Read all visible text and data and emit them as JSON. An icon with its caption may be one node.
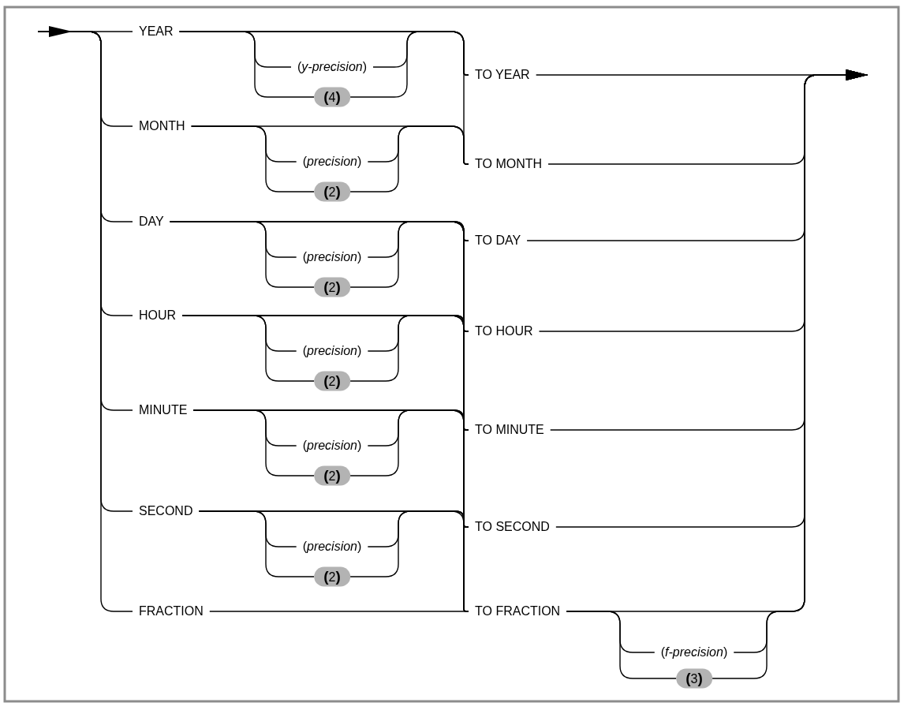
{
  "diagram": {
    "nodes": [
      {
        "text": [
          "YEAR"
        ]
      },
      {
        "text": [
          "(*y-precision*)"
        ]
      },
      {
        "text": [
          "**(**4**)**"
        ]
      },
      {
        "text": [
          "MONTH"
        ]
      },
      {
        "text": [
          "(*precision*)"
        ]
      },
      {
        "text": [
          "**(**2**)**"
        ]
      },
      {
        "text": [
          "DAY"
        ]
      },
      {
        "text": [
          "(*precision*)"
        ]
      },
      {
        "text": [
          "**(**2**)**"
        ]
      },
      {
        "text": [
          "HOUR"
        ]
      },
      {
        "text": [
          "(*precision*)"
        ]
      },
      {
        "text": [
          "**(**2**)**"
        ]
      },
      {
        "text": [
          "MINUTE"
        ]
      },
      {
        "text": [
          "(*precision*)"
        ]
      },
      {
        "text": [
          "**(**2**)**"
        ]
      },
      {
        "text": [
          "SECOND"
        ]
      },
      {
        "text": [
          "(*precision*)"
        ]
      },
      {
        "text": [
          "**(**2**)**"
        ]
      },
      {
        "text": [
          "FRACTION"
        ]
      },
      {
        "text": [
          "TO YEAR"
        ]
      },
      {
        "text": [
          "TO MONTH"
        ]
      },
      {
        "text": [
          "TO DAY"
        ]
      },
      {
        "text": [
          "TO HOUR"
        ]
      },
      {
        "text": [
          "TO MINUTE"
        ]
      },
      {
        "text": [
          "TO SECOND"
        ]
      },
      {
        "text": [
          "TO FRACTION"
        ]
      },
      {
        "text": [
          "(*f-precision*)"
        ]
      },
      {
        "text": [
          "**(**3**)**"
        ]
      }
    ],
    "edges": [
      {
        "from": null,
        "to": 0,
        "arrow": "none"
      },
      {
        "from": null,
        "to": 3,
        "arrow": "none"
      },
      {
        "from": null,
        "to": 6,
        "arrow": "none"
      },
      {
        "from": null,
        "to": 9,
        "arrow": "none"
      },
      {
        "from": null,
        "to": 12,
        "arrow": "none"
      },
      {
        "from": null,
        "to": 15,
        "arrow": "none"
      },
      {
        "from": null,
        "to": 18,
        "arrow": "none"
      },
      {
        "from": 0,
        "to": 1,
        "arrow": "none"
      },
      {
        "from": 0,
        "to": 2,
        "arrow": "none"
      },
      {
        "from": 3,
        "to": 4,
        "arrow": "none"
      },
      {
        "from": 3,
        "to": 5,
        "arrow": "none"
      },
      {
        "from": 6,
        "to": 7,
        "arrow": "none"
      },
      {
        "from": 6,
        "to": 8,
        "arrow": "none"
      },
      {
        "from": 9,
        "to": 10,
        "arrow": "none"
      },
      {
        "from": 9,
        "to": 11,
        "arrow": "none"
      },
      {
        "from": 12,
        "to": 13,
        "arrow": "none"
      },
      {
        "from": 12,
        "to": 14,
        "arrow": "none"
      },
      {
        "from": 15,
        "to": 16,
        "arrow": "none"
      },
      {
        "from": 15,
        "to": 17,
        "arrow": "none"
      },
      {
        "from": 1,
        "to": 19,
        "arrow": "none"
      },
      {
        "from": 2,
        "to": 19,
        "arrow": "none"
      },
      {
        "from": 4,
        "to": 20,
        "arrow": "none"
      },
      {
        "from": 5,
        "to": 20,
        "arrow": "none"
      },
      {
        "from": 7,
        "to": 21,
        "arrow": "none"
      },
      {
        "from": 8,
        "to": 21,
        "arrow": "none"
      },
      {
        "from": 10,
        "to": 22,
        "arrow": "none"
      },
      {
        "from": 11,
        "to": 22,
        "arrow": "none"
      },
      {
        "from": 13,
        "to": 23,
        "arrow": "none"
      },
      {
        "from": 14,
        "to": 23,
        "arrow": "none"
      },
      {
        "from": 16,
        "to": 24,
        "arrow": "none"
      },
      {
        "from": 17,
        "to": 24,
        "arrow": "none"
      },
      {
        "from": 0,
        "to": 19,
        "arrow": "none"
      },
      {
        "from": 0,
        "to": 20,
        "arrow": "none"
      },
      {
        "from": 3,
        "to": 20,
        "arrow": "none"
      },
      {
        "from": 6,
        "to": 21,
        "arrow": "none"
      },
      {
        "from": 6,
        "to": 22,
        "arrow": "none"
      },
      {
        "from": 6,
        "to": 23,
        "arrow": "none"
      },
      {
        "from": 6,
        "to": 24,
        "arrow": "none"
      },
      {
        "from": 6,
        "to": 25,
        "arrow": "none"
      },
      {
        "from": 9,
        "to": 22,
        "arrow": "none"
      },
      {
        "from": 9,
        "to": 23,
        "arrow": "none"
      },
      {
        "from": 9,
        "to": 24,
        "arrow": "none"
      },
      {
        "from": 9,
        "to": 25,
        "arrow": "none"
      },
      {
        "from": 12,
        "to": 23,
        "arrow": "none"
      },
      {
        "from": 12,
        "to": 24,
        "arrow": "none"
      },
      {
        "from": 12,
        "to": 25,
        "arrow": "none"
      },
      {
        "from": 15,
        "to": 24,
        "arrow": "none"
      },
      {
        "from": 15,
        "to": 25,
        "arrow": "none"
      },
      {
        "from": 18,
        "to": 25,
        "arrow": "none"
      },
      {
        "from": 25,
        "to": 26,
        "arrow": "none"
      },
      {
        "from": 25,
        "to": 27,
        "arrow": "none"
      },
      {
        "from": 19,
        "to": null,
        "arrow": "to"
      },
      {
        "from": 20,
        "to": null,
        "arrow": "to"
      },
      {
        "from": 21,
        "to": null,
        "arrow": "to"
      },
      {
        "from": 22,
        "to": null,
        "arrow": "to"
      },
      {
        "from": 23,
        "to": null,
        "arrow": "to"
      },
      {
        "from": 24,
        "to": null,
        "arrow": "to"
      },
      {
        "from": 25,
        "to": null,
        "arrow": "to"
      },
      {
        "from": 26,
        "to": null,
        "arrow": "to"
      },
      {
        "from": 27,
        "to": null,
        "arrow": "to"
      }
    ]
  }
}
